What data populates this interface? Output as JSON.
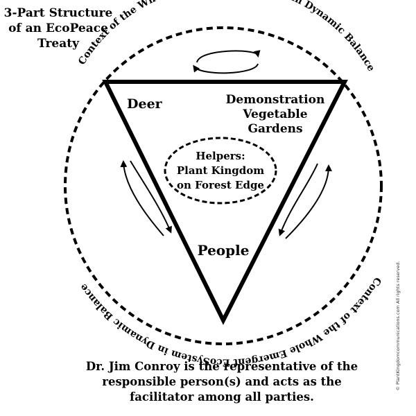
{
  "title": {
    "line1": "3-Part Structure",
    "line2": "of an EcoPeace",
    "line3": "Treaty"
  },
  "ring_text": {
    "top": "Context of the Whole Emergent EcoSystem in Dynamic Balance",
    "bottom": "Context of the Whole Emergent EcoSystem in Dynamic Balance"
  },
  "nodes": {
    "deer": "Deer",
    "gardens_line1": "Demonstration",
    "gardens_line2": "Vegetable",
    "gardens_line3": "Gardens",
    "people": "People"
  },
  "helpers": {
    "line1": "Helpers:",
    "line2": "Plant Kingdom",
    "line3": "on Forest Edge"
  },
  "caption": {
    "line1": "Dr. Jim Conroy is the representative of the",
    "line2": "responsible person(s) and acts as the",
    "line3": "facilitator among all parties."
  },
  "copyright": "© PlantKingdomcommunications.com All rights reserved."
}
